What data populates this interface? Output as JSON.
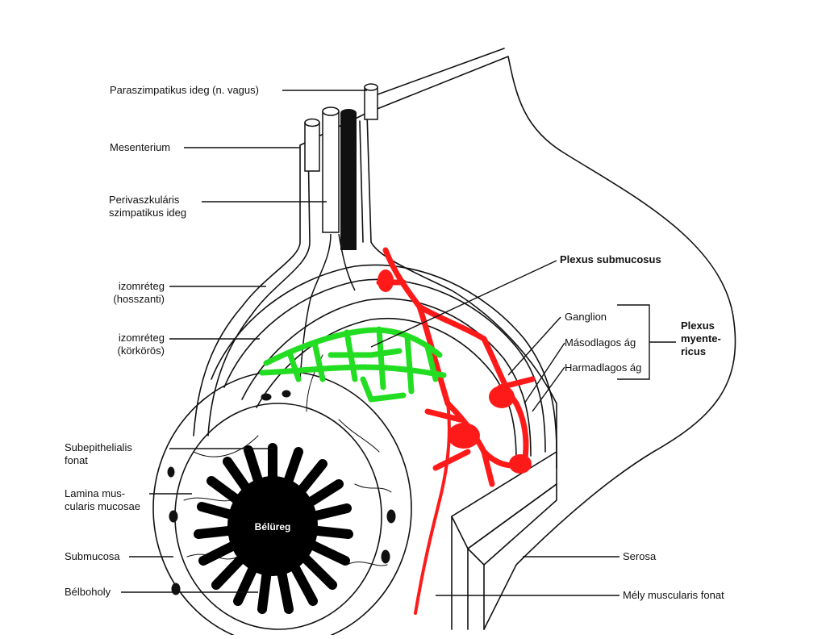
{
  "labels": {
    "parasympathetic": "Paraszimpatikus ideg (n. vagus)",
    "mesentery": "Mesenterium",
    "perivascular_1": "Perivaszkuláris",
    "perivascular_2": "szimpatikus ideg",
    "muscle_long_1": "izomréteg",
    "muscle_long_2": "(hosszanti)",
    "muscle_circ_1": "izomréteg",
    "muscle_circ_2": "(körkörös)",
    "subepithelial_1": "Subepithelialis",
    "subepithelial_2": "fonat",
    "lamina_1": "Lamina mus-",
    "lamina_2": "cularis mucosae",
    "submucosa": "Submucosa",
    "villus": "Bélboholy",
    "lumen": "Bélüreg",
    "plexus_submucosus": "Plexus submucosus",
    "ganglion": "Ganglion",
    "secondary_branch": "Másodlagos ág",
    "tertiary_branch": "Harmadlagos ág",
    "plexus_myenteric_1": "Plexus",
    "plexus_myenteric_2": "myente-",
    "plexus_myenteric_3": "ricus",
    "serosa": "Serosa",
    "deep_muscular": "Mély muscularis fonat"
  },
  "colors": {
    "submucous_plexus": "#ff1a1a",
    "myenteric_plexus": "#22dd22",
    "line": "#111111",
    "lumen": "#000000",
    "background": "#ffffff"
  }
}
